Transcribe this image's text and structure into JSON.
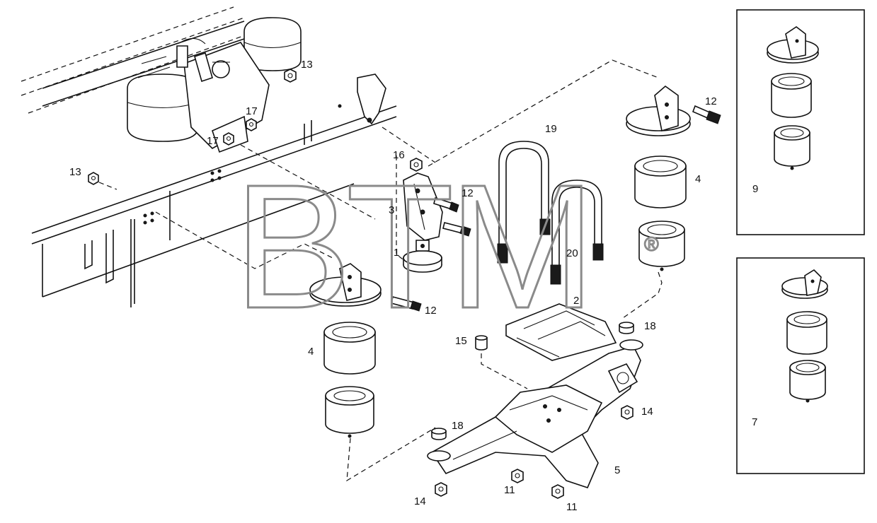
{
  "watermark": {
    "text": "BTM",
    "mark": "®"
  },
  "callouts": [
    {
      "id": "c13a",
      "text": "13"
    },
    {
      "id": "c17a",
      "text": "17"
    },
    {
      "id": "c17b",
      "text": "17"
    },
    {
      "id": "c13b",
      "text": "13"
    },
    {
      "id": "c16",
      "text": "16"
    },
    {
      "id": "c12a",
      "text": "12"
    },
    {
      "id": "c3",
      "text": "3"
    },
    {
      "id": "c1",
      "text": "1"
    },
    {
      "id": "c12b",
      "text": "12"
    },
    {
      "id": "c4a",
      "text": "4"
    },
    {
      "id": "c19",
      "text": "19"
    },
    {
      "id": "c20",
      "text": "20"
    },
    {
      "id": "c12c",
      "text": "12"
    },
    {
      "id": "c4b",
      "text": "4"
    },
    {
      "id": "c2",
      "text": "2"
    },
    {
      "id": "c18a",
      "text": "18"
    },
    {
      "id": "c15",
      "text": "15"
    },
    {
      "id": "c14a",
      "text": "14"
    },
    {
      "id": "c18b",
      "text": "18"
    },
    {
      "id": "c5",
      "text": "5"
    },
    {
      "id": "c11a",
      "text": "11"
    },
    {
      "id": "c14b",
      "text": "14"
    },
    {
      "id": "c11b",
      "text": "11"
    },
    {
      "id": "c9",
      "text": "9"
    },
    {
      "id": "c7",
      "text": "7"
    }
  ]
}
